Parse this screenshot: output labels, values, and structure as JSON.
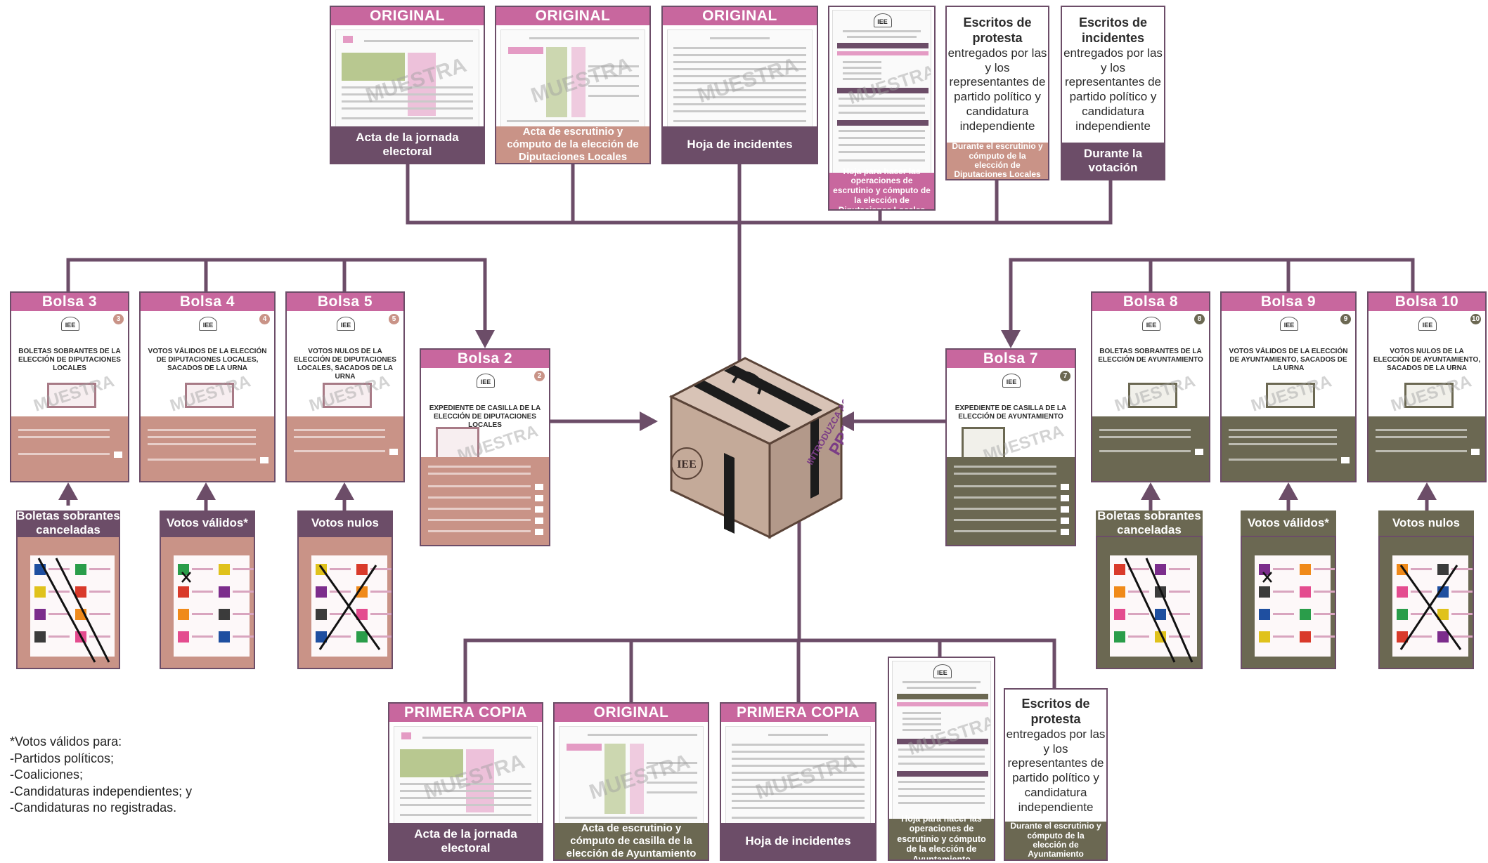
{
  "colors": {
    "connector": "#6c4d68",
    "header_pink": "#c8679e",
    "purple": "#6c4d68",
    "rose": "#c99387",
    "olive": "#6b6852",
    "box_brown": "#c4aa99"
  },
  "top_docs": [
    {
      "header": "ORIGINAL",
      "caption": "Acta de la jornada electoral"
    },
    {
      "header": "ORIGINAL",
      "caption": "Acta de escrutinio y cómputo de la elección de Diputaciones Locales"
    },
    {
      "header": "ORIGINAL",
      "caption": "Hoja de incidentes"
    },
    {
      "caption": "Hoja para hacer las operaciones de escrutinio y cómputo de la elección de Diputaciones Locales"
    },
    {
      "title": "Escritos de protesta",
      "body": "entregados por las y los representantes de partido político y candidatura independiente",
      "caption": "Durante el escrutinio y cómputo de la elección de Diputaciones Locales"
    },
    {
      "title": "Escritos de incidentes",
      "body": "entregados por las y los representantes de partido político y candidatura independiente",
      "caption": "Durante la votación"
    }
  ],
  "bottom_docs": [
    {
      "header": "PRIMERA COPIA",
      "caption": "Acta de la jornada electoral"
    },
    {
      "header": "ORIGINAL",
      "caption": "Acta de escrutinio y cómputo de casilla de la elección de Ayuntamiento"
    },
    {
      "header": "PRIMERA COPIA",
      "caption": "Hoja de incidentes"
    },
    {
      "caption": "Hoja para hacer las operaciones de escrutinio y cómputo de la elección de Ayuntamiento"
    },
    {
      "title": "Escritos de protesta",
      "body": "entregados por las y los representantes de partido político y candidatura independiente",
      "caption": "Durante el escrutinio y cómputo de la elección de Ayuntamiento"
    }
  ],
  "bags": [
    {
      "name": "Bolsa 3",
      "num": "3",
      "title": "BOLETAS SOBRANTES DE LA ELECCIÓN DE DIPUTACIONES LOCALES"
    },
    {
      "name": "Bolsa 4",
      "num": "4",
      "title": "VOTOS VÁLIDOS DE LA ELECCIÓN DE DIPUTACIONES LOCALES, SACADOS DE LA URNA"
    },
    {
      "name": "Bolsa 5",
      "num": "5",
      "title": "VOTOS NULOS DE LA ELECCIÓN DE DIPUTACIONES LOCALES, SACADOS DE LA URNA"
    },
    {
      "name": "Bolsa 2",
      "num": "2",
      "title": "EXPEDIENTE DE CASILLA DE LA ELECCIÓN DE DIPUTACIONES LOCALES"
    },
    {
      "name": "Bolsa 7",
      "num": "7",
      "title": "EXPEDIENTE DE CASILLA DE LA ELECCIÓN DE AYUNTAMIENTO"
    },
    {
      "name": "Bolsa 8",
      "num": "8",
      "title": "BOLETAS SOBRANTES DE LA ELECCIÓN DE AYUNTAMIENTO"
    },
    {
      "name": "Bolsa 9",
      "num": "9",
      "title": "VOTOS VÁLIDOS DE LA ELECCIÓN DE AYUNTAMIENTO, SACADOS DE LA URNA"
    },
    {
      "name": "Bolsa 10",
      "num": "10",
      "title": "VOTOS NULOS DE LA ELECCIÓN DE AYUNTAMIENTO, SACADOS DE LA URNA"
    }
  ],
  "ballots": [
    {
      "label": "Boletas sobrantes canceladas"
    },
    {
      "label": "Votos válidos*"
    },
    {
      "label": "Votos nulos"
    },
    {
      "label": "Boletas sobrantes canceladas"
    },
    {
      "label": "Votos válidos*"
    },
    {
      "label": "Votos nulos"
    }
  ],
  "watermark": "MUESTRA",
  "box": {
    "logo": "IEE",
    "label_line1": "INTRODUZCA AQUÍ LA BOLSA",
    "label_line2": "PREP"
  },
  "footnote": {
    "title": "*Votos válidos para:",
    "items": [
      "-Partidos políticos;",
      "-Coaliciones;",
      "-Candidaturas independientes; y",
      "-Candidaturas no registradas."
    ]
  }
}
